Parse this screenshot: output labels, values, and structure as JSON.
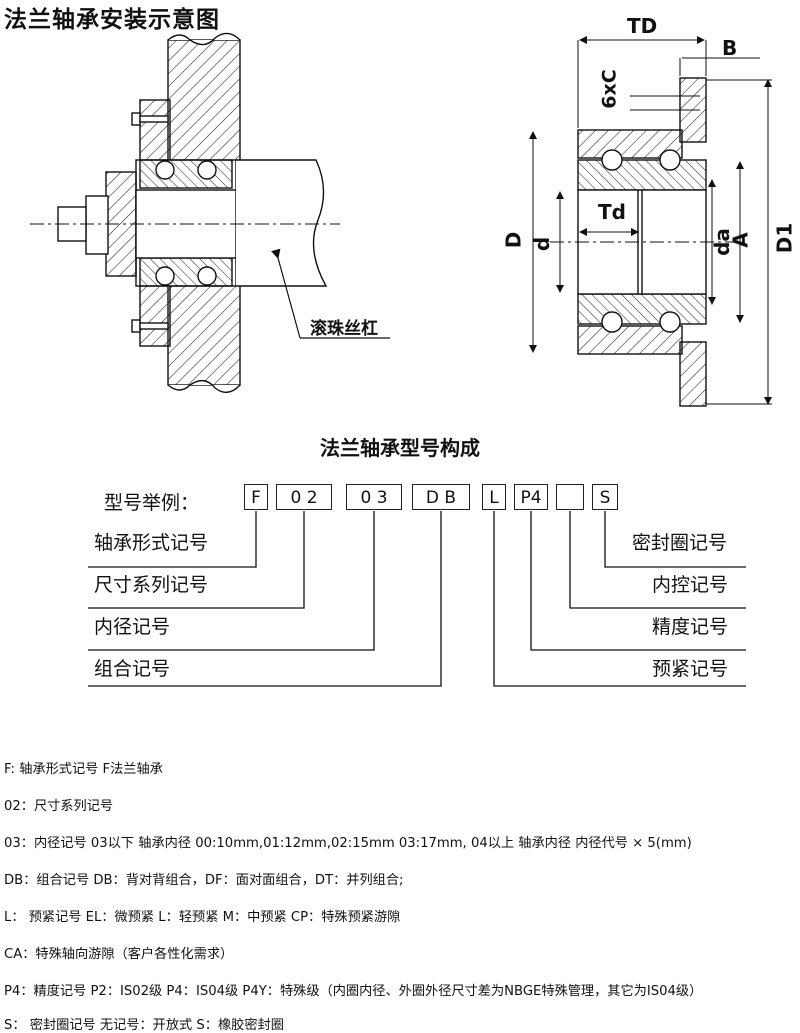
{
  "page": {
    "title": "法兰轴承安装示意图",
    "subtitle": "法兰轴承型号构成"
  },
  "install_diagram": {
    "callout": "滚珠丝杠"
  },
  "dimension_diagram": {
    "labels": {
      "TD": "TD",
      "B": "B",
      "C": "6xC",
      "Td": "Td",
      "D": "D",
      "d": "d",
      "da": "da",
      "A": "A",
      "D1": "D1"
    }
  },
  "model": {
    "example_label": "型号举例：",
    "boxes": [
      "F",
      "0 2",
      "0 3",
      "D B",
      "L",
      "P4",
      "",
      "S"
    ],
    "left_labels": [
      "轴承形式记号",
      "尺寸系列记号",
      "内径记号",
      "组合记号"
    ],
    "right_labels": [
      "密封圈记号",
      "内控记号",
      "精度记号",
      "预紧记号"
    ]
  },
  "notes": [
    "F:   轴承形式记号  F法兰轴承",
    "02：尺寸系列记号",
    "03：内径记号  03以下  轴承内径  00:10mm,01:12mm,02:15mm     03:17mm, 04以上  轴承内径  内径代号 × 5(mm)",
    "DB：组合记号  DB：背对背组合，DF：面对面组合，DT：并列组合;",
    "L：   预紧记号  EL：微预紧  L：轻预紧  M：中预紧  CP：特殊预紧游隙",
    "CA：特殊轴向游隙（客户各性化需求）",
    "P4：精度记号  P2：IS02级  P4：IS04级  P4Y：特殊级（内圈内径、外圈外径尺寸差为NBGE特殊管理，其它为IS04级）",
    "S：  密封圈记号  无记号：开放式  S：橡胶密封圈"
  ]
}
